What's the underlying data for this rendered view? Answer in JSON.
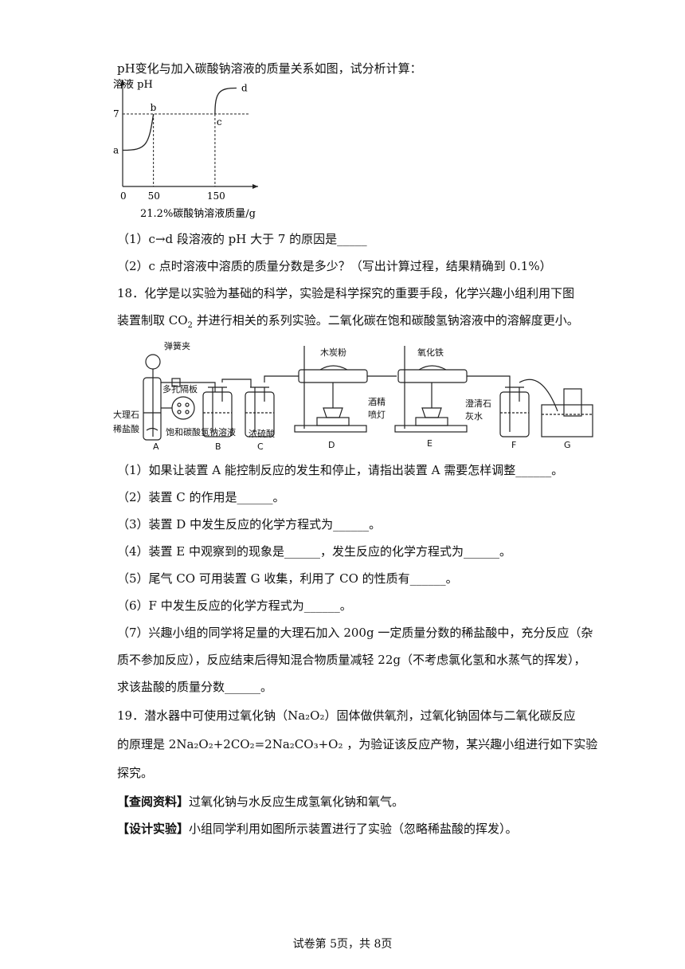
{
  "intro_line": "pH变化与加入碳酸钠溶液的质量关系如图，试分析计算：",
  "chart_data": {
    "type": "line",
    "ylabel": "溶液 pH",
    "xlabel": "21.2%碳酸钠溶液质量/g",
    "x_ticks": [
      "0",
      "50",
      "150"
    ],
    "y_ticks": [
      "7"
    ],
    "point_labels": [
      "a",
      "b",
      "c",
      "d"
    ],
    "segments": [
      {
        "name": "a→b",
        "x": [
          0,
          50
        ],
        "y": [
          3.5,
          7
        ]
      },
      {
        "name": "b→c",
        "x": [
          50,
          150
        ],
        "y": [
          7,
          7
        ]
      },
      {
        "name": "c→d",
        "x": [
          150,
          185
        ],
        "y": [
          7,
          9.5
        ]
      }
    ],
    "xlim": [
      0,
      220
    ],
    "ylim": [
      0,
      10
    ]
  },
  "q17": {
    "p1": "（1）c→d 段溶液的 pH 大于 7 的原因是_____",
    "p2": "（2）c 点时溶液中溶质的质量分数是多少？（写出计算过程，结果精确到 0.1%）"
  },
  "q18": {
    "line1": "18．化学是以实验为基础的科学，实验是科学探究的重要手段，化学兴趣小组利用下图",
    "line2a": "装置制取 CO",
    "line2b": "2",
    "line2c": " 并进行相关的系列实验。二氧化碳在饱和碳酸氢钠溶液中的溶解度更小。",
    "apparatus_labels": {
      "spring_clip": "弹簧夹",
      "porous_plate": "多孔隔板",
      "marble": "大理石",
      "dilute_hcl": "稀盐酸",
      "nahco3": "饱和碳酸氢钠溶液",
      "conc_h2so4": "浓硫酸",
      "charcoal": "木炭粉",
      "iron_oxide": "氧化铁",
      "alcohol": "酒精",
      "lamp": "喷灯",
      "limewater1": "澄清石",
      "limewater2": "灰水",
      "A": "A",
      "B": "B",
      "C": "C",
      "D": "D",
      "E": "E",
      "F": "F",
      "G": "G"
    },
    "p1": "（1）如果让装置 A 能控制反应的发生和停止，请指出装置 A 需要怎样调整______。",
    "p2": "（2）装置 C 的作用是______。",
    "p3": "（3）装置 D 中发生反应的化学方程式为______。",
    "p4": "（4）装置 E 中观察到的现象是______，发生反应的化学方程式为______。",
    "p5": "（5）尾气 CO 可用装置 G 收集，利用了 CO 的性质有______。",
    "p6": "（6）F 中发生反应的化学方程式为______。",
    "p7a": "（7）兴趣小组的同学将足量的大理石加入 200g 一定质量分数的稀盐酸中，充分反应（杂",
    "p7b": "质不参加反应），反应结束后得知混合物质量减轻 22g（不考虑氯化氢和水蒸气的挥发），",
    "p7c": "求该盐酸的质量分数______。"
  },
  "q19": {
    "line1": "19．潜水器中可使用过氧化钠（Na₂O₂）固体做供氧剂，过氧化钠固体与二氧化碳反应",
    "line2_pre": "的原理是 ",
    "equation": "2Na₂O₂+2CO₂=2Na₂CO₃+O₂",
    "line2_post": "  ，为验证该反应产物，某兴趣小组进行如下实验",
    "line3": "探究。",
    "info_tag": "【查阅资料】",
    "info_text": "过氧化钠与水反应生成氢氧化钠和氧气。",
    "design_tag": "【设计实验】",
    "design_text": "小组同学利用如图所示装置进行了实验（忽略稀盐酸的挥发）。"
  },
  "footer": "试卷第 5页，共 8页"
}
